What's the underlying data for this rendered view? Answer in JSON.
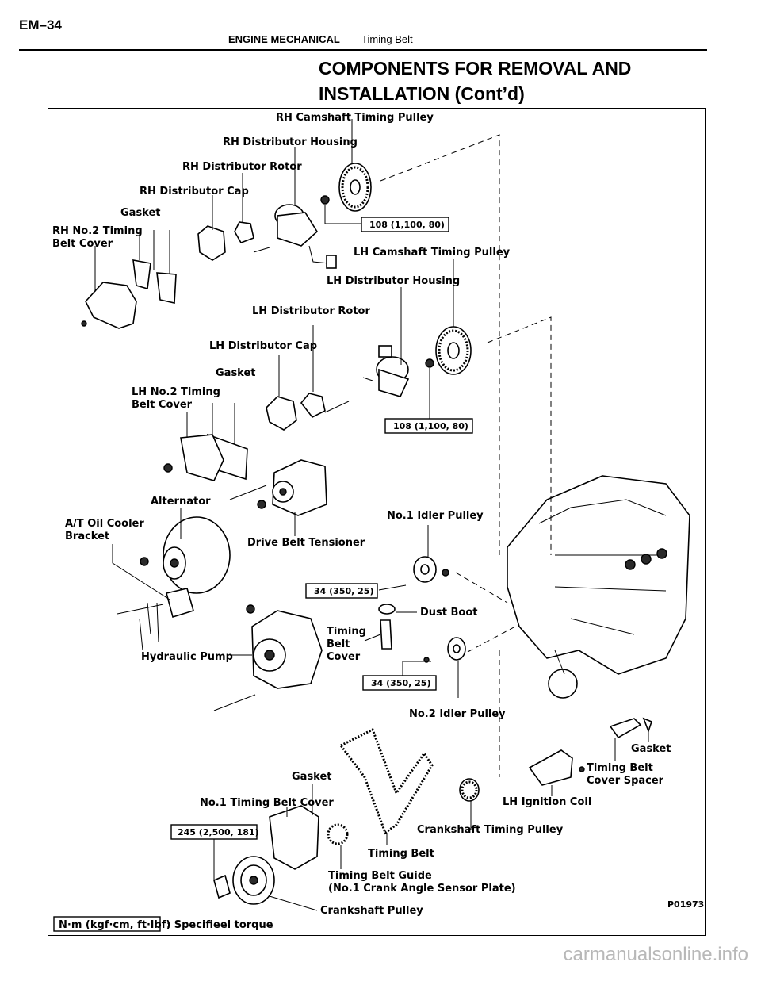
{
  "header": {
    "page_id": "EM–34",
    "section": "ENGINE MECHANICAL",
    "separator": "–",
    "subsection": "Timing Belt"
  },
  "heading": {
    "line1": "COMPONENTS FOR REMOVAL AND",
    "line2": "INSTALLATION (Cont’d)"
  },
  "labels": {
    "rh_camshaft_timing_pulley": "RH Camshaft Timing Pulley",
    "rh_distributor_housing": "RH Distributor Housing",
    "rh_distributor_rotor": "RH Distributor Rotor",
    "rh_distributor_cap": "RH Distributor Cap",
    "gasket_rh": "Gasket",
    "rh_no2_cover_line1": "RH No.2 Timing",
    "rh_no2_cover_line2": "Belt Cover",
    "lh_camshaft_timing_pulley": "LH Camshaft Timing Pulley",
    "lh_distributor_housing": "LH Distributor Housing",
    "lh_distributor_rotor": "LH Distributor Rotor",
    "lh_distributor_cap": "LH Distributor Cap",
    "gasket_lh": "Gasket",
    "lh_no2_cover_line1": "LH No.2 Timing",
    "lh_no2_cover_line2": "Belt Cover",
    "alternator": "Alternator",
    "at_oil_cooler_line1": "A/T Oil Cooler",
    "at_oil_cooler_line2": "Bracket",
    "drive_belt_tensioner": "Drive Belt Tensioner",
    "no1_idler_pulley": "No.1 Idler Pulley",
    "dust_boot": "Dust Boot",
    "timing_belt_cover_line1": "Timing",
    "timing_belt_cover_line2": "Belt",
    "timing_belt_cover_line3": "Cover",
    "hydraulic_pump": "Hydraulic Pump",
    "no2_idler_pulley": "No.2 Idler Pulley",
    "gasket_spacer": "Gasket",
    "timing_belt_cover_spacer_line1": "Timing Belt",
    "timing_belt_cover_spacer_line2": "Cover Spacer",
    "lh_ignition_coil": "LH Ignition Coil",
    "gasket_no1": "Gasket",
    "no1_timing_belt_cover": "No.1 Timing Belt Cover",
    "crankshaft_timing_pulley": "Crankshaft Timing Pulley",
    "timing_belt": "Timing Belt",
    "timing_belt_guide_line1": "Timing Belt Guide",
    "timing_belt_guide_line2": "(No.1 Crank Angle Sensor Plate)",
    "crankshaft_pulley": "Crankshaft Pulley",
    "figure_code": "P01973"
  },
  "torque_specs": {
    "rh_cam_pulley_bolt": "108 (1,100, 80)",
    "lh_cam_pulley_bolt": "108 (1,100, 80)",
    "no1_idler_bolt": "34 (350, 25)",
    "no2_idler_bolt": "34 (350, 25)",
    "crankshaft_pulley_bolt": "245 (2,500, 181)"
  },
  "legend": {
    "unit_box": "N·m (kgf·cm, ft·lbf)",
    "meaning": ": Specifieel torque"
  },
  "watermark": "carmanualsonline.info"
}
